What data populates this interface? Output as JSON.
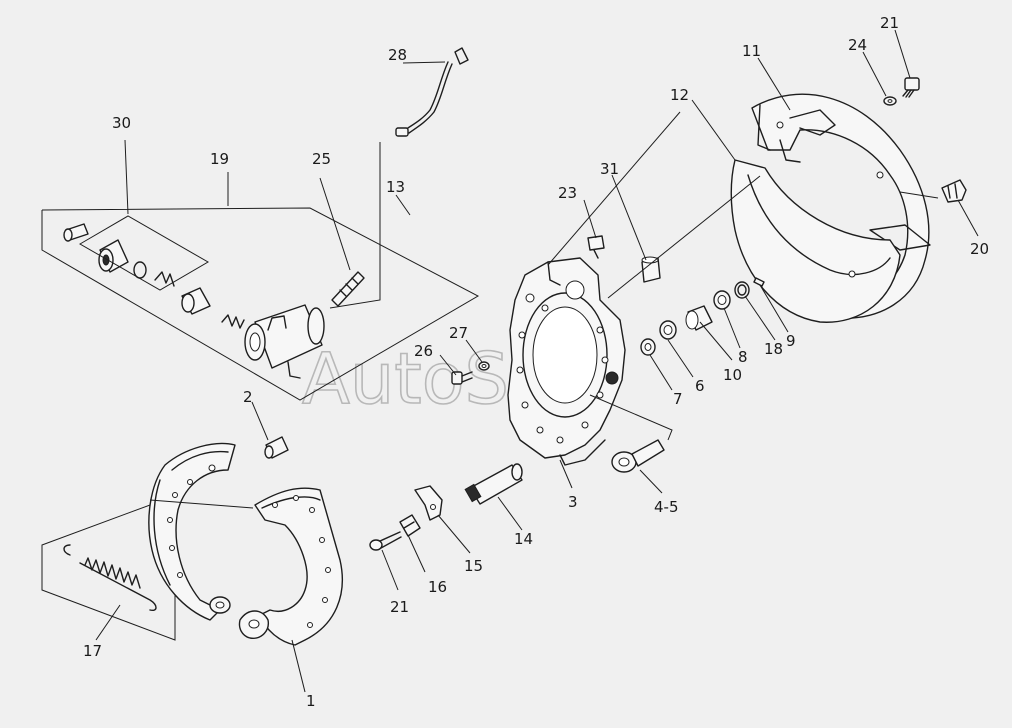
{
  "diagram": {
    "watermark": "AutoSoft",
    "callouts": {
      "c1": "1",
      "c2": "2",
      "c3": "3",
      "c45": "4-5",
      "c6": "6",
      "c7": "7",
      "c8": "8",
      "c9": "9",
      "c10": "10",
      "c11": "11",
      "c12": "12",
      "c13": "13",
      "c14": "14",
      "c15": "15",
      "c16": "16",
      "c17": "17",
      "c18": "18",
      "c19": "19",
      "c20": "20",
      "c21a": "21",
      "c21b": "21",
      "c23": "23",
      "c24": "24",
      "c25": "25",
      "c26": "26",
      "c27": "27",
      "c28": "28",
      "c30": "30",
      "c31": "31"
    }
  }
}
